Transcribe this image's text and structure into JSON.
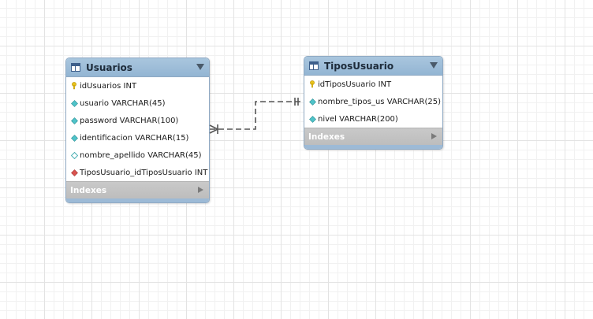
{
  "diagram": {
    "tables": [
      {
        "name": "Usuarios",
        "columns": [
          {
            "text": "idUsuarios INT",
            "icon": "primary-key-icon"
          },
          {
            "text": "usuario VARCHAR(45)",
            "icon": "column-notnull-icon"
          },
          {
            "text": "password VARCHAR(100)",
            "icon": "column-notnull-icon"
          },
          {
            "text": "identificacion VARCHAR(15)",
            "icon": "column-notnull-icon"
          },
          {
            "text": "nombre_apellido VARCHAR(45)",
            "icon": "column-nullable-icon"
          },
          {
            "text": "TiposUsuario_idTiposUsuario INT",
            "icon": "foreign-key-icon"
          }
        ],
        "indexes_label": "Indexes"
      },
      {
        "name": "TiposUsuario",
        "columns": [
          {
            "text": "idTiposUsuario INT",
            "icon": "primary-key-icon"
          },
          {
            "text": "nombre_tipos_us VARCHAR(25)",
            "icon": "column-notnull-icon"
          },
          {
            "text": "nivel VARCHAR(200)",
            "icon": "column-notnull-icon"
          }
        ],
        "indexes_label": "Indexes"
      }
    ],
    "relationships": [
      {
        "from": "Usuarios",
        "to": "TiposUsuario",
        "style": "dashed",
        "from_end": "many",
        "to_end": "one"
      }
    ],
    "colors": {
      "header": "#9dbad6",
      "indexes": "#c4c4c4",
      "key": "#e8c21a",
      "column_notnull": "#4fc3c9",
      "foreign_key": "#d9534f",
      "relationship_line": "#555555"
    }
  }
}
